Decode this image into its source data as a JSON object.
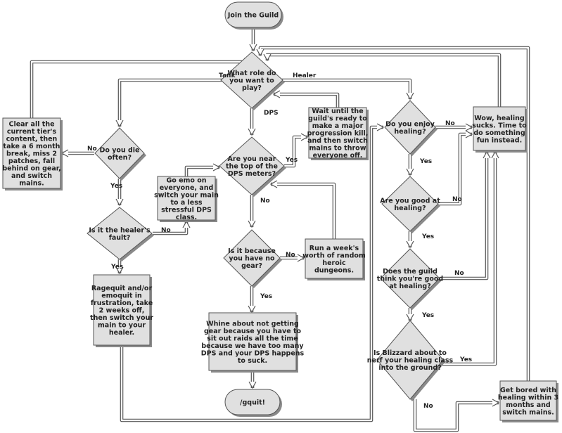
{
  "colors": {
    "fill": "#e0e0e0",
    "stroke": "#555555",
    "shadow": "#8a8a8a",
    "line": "#555555",
    "background": "#ffffff"
  },
  "nodes": {
    "join": "Join the Guild",
    "role": "What role do you want to play?",
    "clear": "Clear all the current tier's content, then take a 6 month break, miss 2 patches, fall behind on gear, and switch mains.",
    "die": "Do you die often?",
    "healer_fault": "Is it the healer's fault?",
    "ragequit": "Ragequit and/or emoquit in frustration, take 2 weeks off, then switch your main to your healer.",
    "emo": "Go emo on everyone, and switch your main to a less stressful DPS class.",
    "meters": "Are you near the top of the DPS meters?",
    "wait": "Wait until the guild's ready to make a major progression kill, and then switch mains to throw everyone off.",
    "no_gear": "Is it because you have no gear?",
    "dungeons": "Run a week's worth of random heroic dungeons.",
    "whine": "Whine about not getting gear because you have to sit out raids all the time because we have too many DPS and your DPS happens to suck.",
    "gquit": "/gquit!",
    "enjoy": "Do you enjoy healing?",
    "sucks": "Wow, healing sucks. Time to do something fun instead.",
    "good": "Are you good at healing?",
    "guild_thinks": "Does the guild think you're good at healing?",
    "nerf": "Is Blizzard about to nerf your healing class into the ground?",
    "bored": "Get bored with healing within 3 months and switch mains."
  },
  "edge_labels": {
    "tank": "Tank",
    "healer": "Healer",
    "dps": "DPS",
    "yes": "Yes",
    "no": "No"
  }
}
